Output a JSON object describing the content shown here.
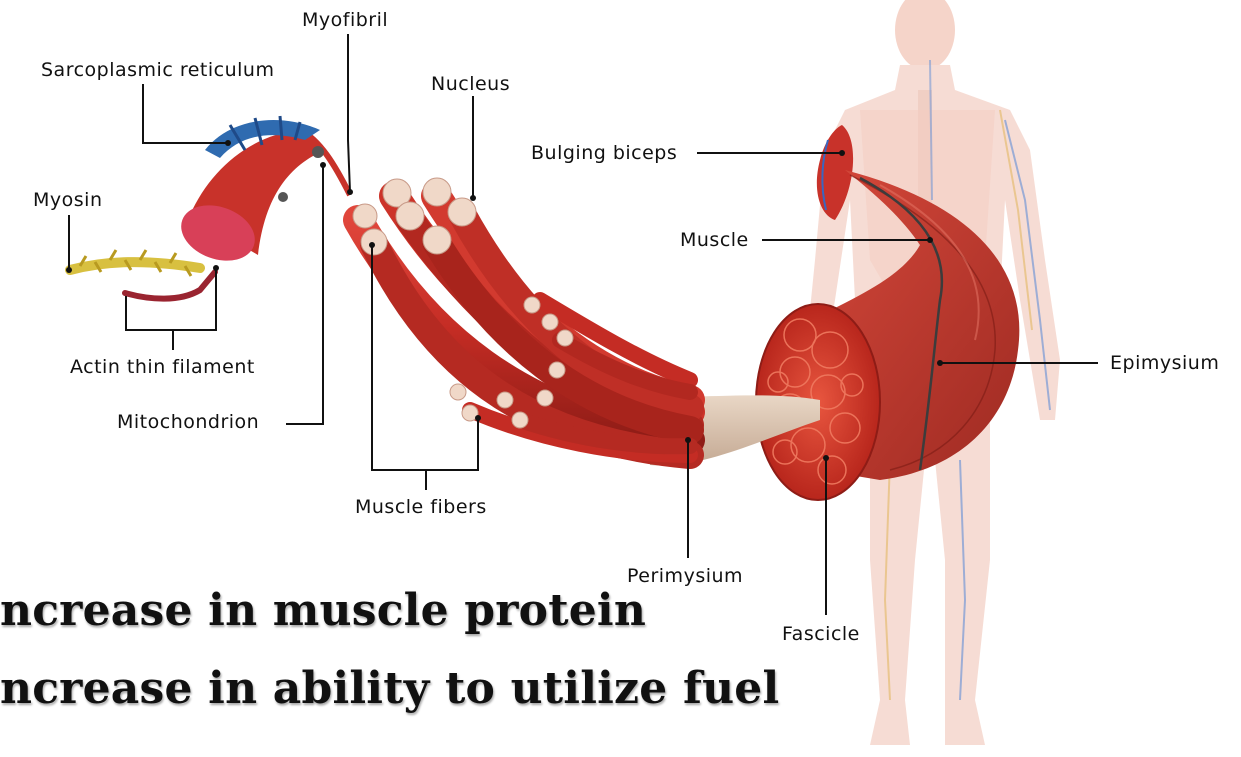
{
  "labels": {
    "myofibril": "Myofibril",
    "sarcoplasmic_reticulum": "Sarcoplasmic reticulum",
    "nucleus": "Nucleus",
    "myosin": "Myosin",
    "bulging_biceps": "Bulging biceps",
    "muscle": "Muscle",
    "epimysium": "Epimysium",
    "actin_thin_filament": "Actin thin filament",
    "mitochondrion": "Mitochondrion",
    "muscle_fibers": "Muscle fibers",
    "perimysium": "Perimysium",
    "fascicle": "Fascicle"
  },
  "captions": [
    "ncrease in muscle protein",
    "ncrease in ability to utilize fuel"
  ],
  "colors": {
    "muscle_red": "#c8322a",
    "muscle_dark": "#8e1c16",
    "reticulum_blue": "#2f6bb0",
    "tendon": "#d9c3ae",
    "body_pink": "#f4cfc4",
    "myosin_gold": "#d8c040"
  }
}
